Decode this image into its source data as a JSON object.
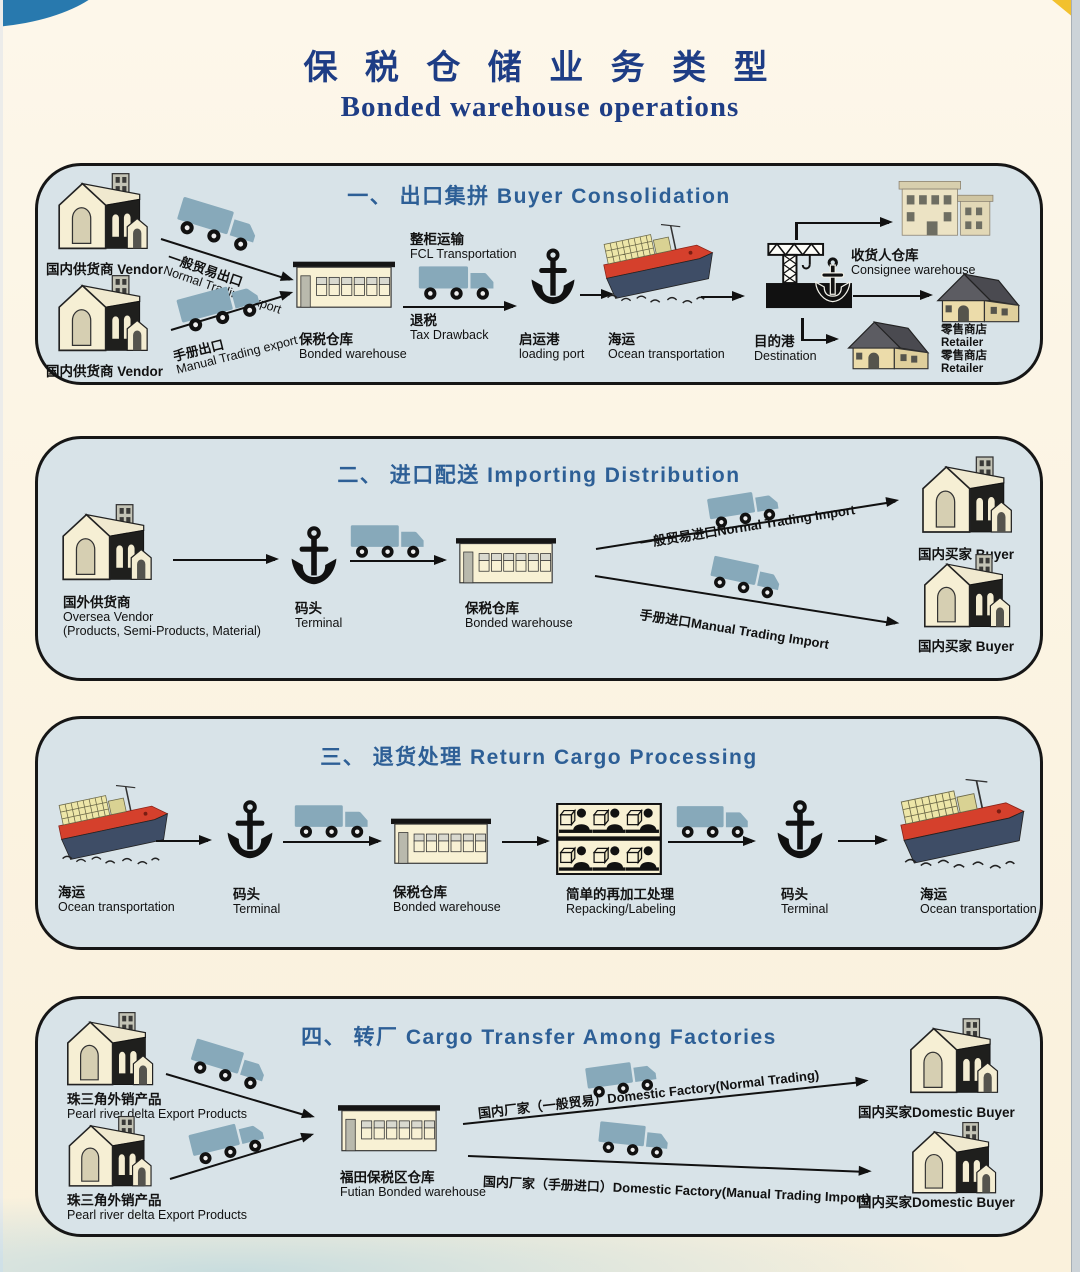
{
  "page": {
    "title_cn": "保 税 仓 储 业 务 类 型",
    "title_en": "Bonded warehouse operations"
  },
  "colors": {
    "title_navy": "#1e3d85",
    "section_blue": "#2d5f96",
    "panel_bg": "#d8e3e8",
    "truck_blue": "#87a9ba",
    "ship_red": "#d5402c",
    "ship_hull": "#3e4d66",
    "cream": "#f8f1d4",
    "corner_blue": "#2879ae",
    "corner_yellow": "#f2c12e"
  },
  "icons": [
    "factory-icon",
    "truck-icon",
    "warehouse-icon",
    "anchor-icon",
    "ship-icon",
    "dock-crane-icon",
    "consignee-warehouse-icon",
    "retail-store-icon",
    "repacking-workers-icon"
  ],
  "s1": {
    "title": "一、 出口集拼 Buyer Consolidation",
    "vendor_a": "国内供货商 Vendor",
    "vendor_b": "国内供货商 Vendor",
    "route_normal_cn": "一般贸易出口",
    "route_normal_en": "Normal Trading export",
    "route_manual_cn": "手册出口",
    "route_manual_en": "Manual Trading export",
    "warehouse_cn": "保税仓库",
    "warehouse_en": "Bonded warehouse",
    "fcl_cn": "整柜运输",
    "fcl_en": "FCL Transportation",
    "tax_cn": "退税",
    "tax_en": "Tax Drawback",
    "port_cn": "启运港",
    "port_en": "loading port",
    "ocean_cn": "海运",
    "ocean_en": "Ocean transportation",
    "dest_cn": "目的港",
    "dest_en": "Destination",
    "consignee_cn": "收货人仓库",
    "consignee_en": "Consignee warehouse",
    "retailer_lines": [
      "零售商店",
      "Retailer",
      "零售商店",
      "Retailer"
    ]
  },
  "s2": {
    "title": "二、 进口配送 Importing Distribution",
    "vendor_cn": "国外供货商",
    "vendor_en": "Oversea Vendor",
    "vendor_sub": "(Products, Semi-Products, Material)",
    "terminal_cn": "码头",
    "terminal_en": "Terminal",
    "warehouse_cn": "保税仓库",
    "warehouse_en": "Bonded warehouse",
    "route_normal": "一般贸易进口Normal Trading Import",
    "route_manual": "手册进口Manual Trading Import",
    "buyer_top": "国内买家 Buyer",
    "buyer_bottom": "国内买家 Buyer"
  },
  "s3": {
    "title": "三、 退货处理 Return Cargo Processing",
    "ocean_left_cn": "海运",
    "ocean_left_en": "Ocean transportation",
    "terminal_left_cn": "码头",
    "terminal_left_en": "Terminal",
    "warehouse_cn": "保税仓库",
    "warehouse_en": "Bonded warehouse",
    "repack_cn": "简单的再加工处理",
    "repack_en": "Repacking/Labeling",
    "terminal_right_cn": "码头",
    "terminal_right_en": "Terminal",
    "ocean_right_cn": "海运",
    "ocean_right_en": "Ocean transportation"
  },
  "s4": {
    "title": "四、 转厂 Cargo Transfer Among Factories",
    "delta_a_cn": "珠三角外销产品",
    "delta_a_en": "Pearl river delta Export Products",
    "delta_b_cn": "珠三角外销产品",
    "delta_b_en": "Pearl river delta Export Products",
    "warehouse_cn": "福田保税区仓库",
    "warehouse_en": "Futian Bonded warehouse",
    "route_normal": "国内厂家（一般贸易）Domestic Factory(Normal Trading)",
    "route_manual": "国内厂家（手册进口）Domestic Factory(Manual Trading Import)",
    "buyer_top": "国内买家Domestic Buyer",
    "buyer_bottom": "国内买家Domestic Buyer"
  }
}
